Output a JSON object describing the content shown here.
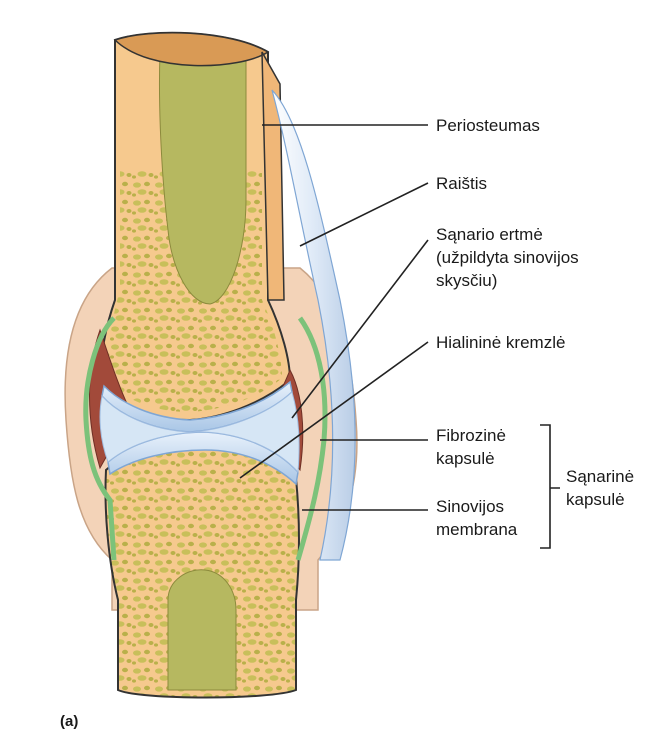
{
  "figure": {
    "panel_label": "(a)",
    "labels": {
      "periosteum": "Periosteumas",
      "ligament": "Raištis",
      "joint_cavity_line1": "Sąnario ertmė",
      "joint_cavity_line2": "(užpildyta sinovijos",
      "joint_cavity_line3": "skysčiu)",
      "hyaline_cartilage": "Hialininė kremzlė",
      "fibrous_capsule_line1": "Fibrozinė",
      "fibrous_capsule_line2": "kapsulė",
      "synovial_membrane_line1": "Sinovijos",
      "synovial_membrane_line2": "membrana",
      "articular_capsule_line1": "Sąnarinė",
      "articular_capsule_line2": "kapsulė"
    },
    "colors": {
      "bone": "#f6c98e",
      "bone_edge": "#e0a764",
      "spongy_bone": "#c8bf5a",
      "marrow": "#b6b860",
      "cartilage": "#c9ddf0",
      "cartilage_edge": "#7fa6d4",
      "synovial_membrane": "#7cc27a",
      "cavity": "#a24a3a",
      "capsule": "#f3d3b8",
      "ligament": "#e8f1fb",
      "outline": "#333333"
    }
  }
}
